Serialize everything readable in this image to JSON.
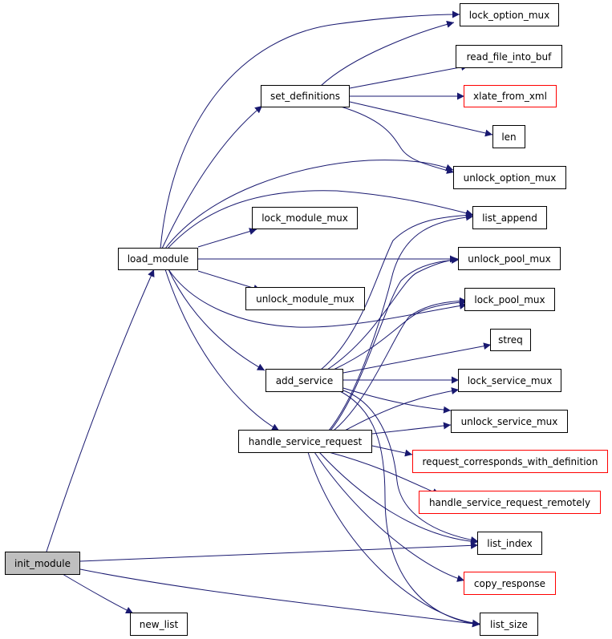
{
  "colors": {
    "edge": "#191970",
    "node_border": "#000000",
    "external_border": "#ff0000",
    "root_fill": "#bfbfbf"
  },
  "nodes": {
    "lock_option_mux": "lock_option_mux",
    "read_file_into_buf": "read_file_into_buf",
    "set_definitions": "set_definitions",
    "xlate_from_xml": "xlate_from_xml",
    "len": "len",
    "unlock_option_mux": "unlock_option_mux",
    "list_append": "list_append",
    "lock_module_mux": "lock_module_mux",
    "load_module": "load_module",
    "unlock_pool_mux": "unlock_pool_mux",
    "unlock_module_mux": "unlock_module_mux",
    "lock_pool_mux": "lock_pool_mux",
    "streq": "streq",
    "add_service": "add_service",
    "lock_service_mux": "lock_service_mux",
    "unlock_service_mux": "unlock_service_mux",
    "handle_service_request": "handle_service_request",
    "request_corresponds_with_definition": "request_corresponds_with_definition",
    "handle_service_request_remotely": "handle_service_request_remotely",
    "list_index": "list_index",
    "init_module": "init_module",
    "copy_response": "copy_response",
    "new_list": "new_list",
    "list_size": "list_size"
  }
}
